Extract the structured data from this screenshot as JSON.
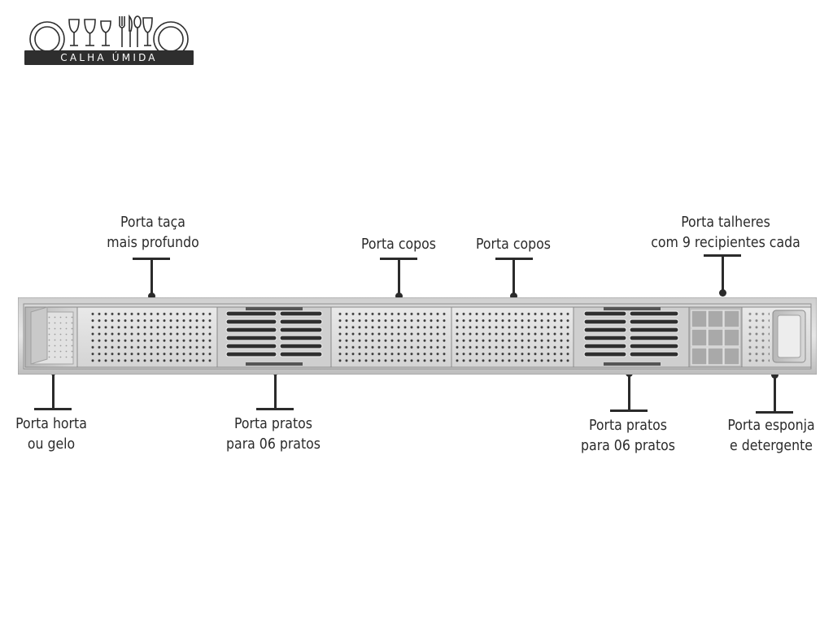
{
  "brand": {
    "name": "CALHA ÚMIDA",
    "icons": [
      "plate-icon",
      "wine-glass-icon",
      "wine-glass-icon",
      "wine-glass-icon",
      "wine-glass-icon",
      "fork-icon",
      "spoon-icon",
      "knife-icon",
      "plate-icon"
    ]
  },
  "labels": {
    "porta_taca": {
      "line1": "Porta taça",
      "line2": "mais profundo"
    },
    "porta_copos_1": {
      "line1": "Porta copos"
    },
    "porta_copos_2": {
      "line1": "Porta copos"
    },
    "porta_talheres": {
      "line1": "Porta talheres",
      "line2": "com 9 recipientes cada"
    },
    "porta_horta": {
      "line1": "Porta horta",
      "line2": "ou gelo"
    },
    "porta_pratos_1": {
      "line1": "Porta pratos",
      "line2": "para 06 pratos"
    },
    "porta_pratos_2": {
      "line1": "Porta pratos",
      "line2": "para 06 pratos"
    },
    "porta_esponja": {
      "line1": "Porta esponja",
      "line2": "e detergente"
    }
  },
  "colors": {
    "text": "#2b2b2b",
    "steel_light": "#d9d9d9",
    "steel_mid": "#bdbdbd",
    "steel_dark": "#8a8a8a",
    "perforation": "#3a3a3a"
  }
}
